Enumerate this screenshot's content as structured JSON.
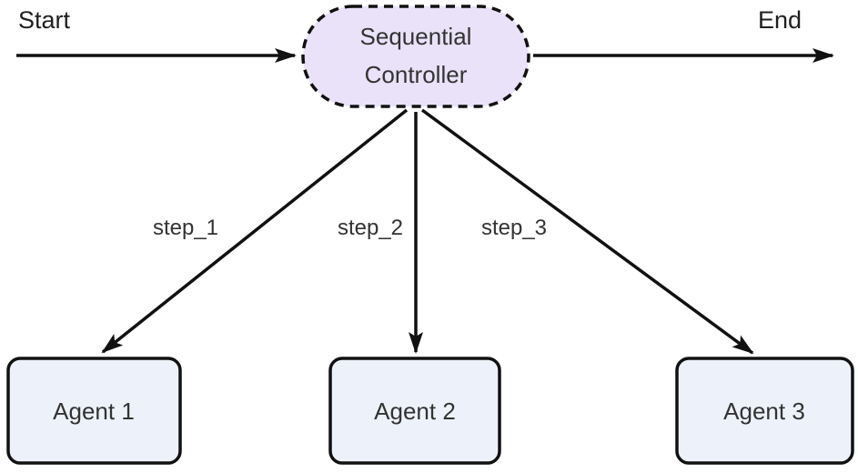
{
  "diagram": {
    "start_label": "Start",
    "end_label": "End",
    "controller": {
      "lines": [
        "Sequential",
        "Controller"
      ]
    },
    "edge_labels": [
      "step_1",
      "step_2",
      "step_3"
    ],
    "agents": [
      "Agent 1",
      "Agent 2",
      "Agent 3"
    ],
    "colors": {
      "controller_fill": "#e9e2f8",
      "agent_fill": "#edf2fa",
      "stroke": "#111111",
      "node_text": "#333333",
      "outer_text": "#1f1f1f"
    }
  }
}
